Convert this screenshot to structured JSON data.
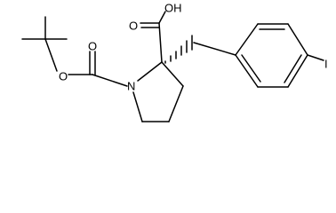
{
  "atoms": {
    "carboxyl_oh": "OH",
    "carbonyl_o_acid": "O",
    "carbonyl_o_boc": "O",
    "ester_o": "O",
    "ring_n": "N",
    "iodine": "I"
  }
}
